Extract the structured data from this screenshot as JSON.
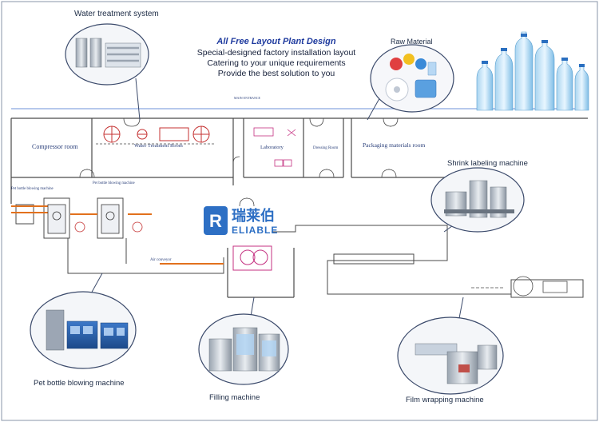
{
  "header": {
    "title": "All Free Layout Plant Design",
    "lines": [
      "Special-designed factory installation layout",
      "Catering to your unique requirements",
      "Provide the best solution to you"
    ]
  },
  "callouts": {
    "water_treatment": "Water treatment system",
    "raw_material": "Raw Material",
    "shrink_labeling": "Shrink labeling machine",
    "pet_blowing": "Pet bottle blowing machine",
    "filling": "Filling machine",
    "film_wrapping": "Film wrapping machine"
  },
  "rooms": {
    "compressor": "Compressor room",
    "water_treatment_room": "Water Treatment Room",
    "laboratory": "Laboratory",
    "dressing": "Dressing Room",
    "packaging": "Packaging materials room"
  },
  "plan_labels": {
    "pet_blowing_left": "Pet bottle blowing machine",
    "pet_blowing_right": "Pet bottle blowing machine",
    "air_conveyor": "Air conveyor",
    "main_entrance": "MAIN ENTRANCE"
  },
  "logo": {
    "cn": "瑞莱伯",
    "en": "ELIABLE",
    "mark": "R"
  },
  "colors": {
    "accent_blue": "#1e3a9e",
    "logo_blue": "#2d6fc4",
    "line_orange": "#e2711d",
    "wall": "#4a4a4a",
    "callout_border": "#3b4a6b"
  }
}
